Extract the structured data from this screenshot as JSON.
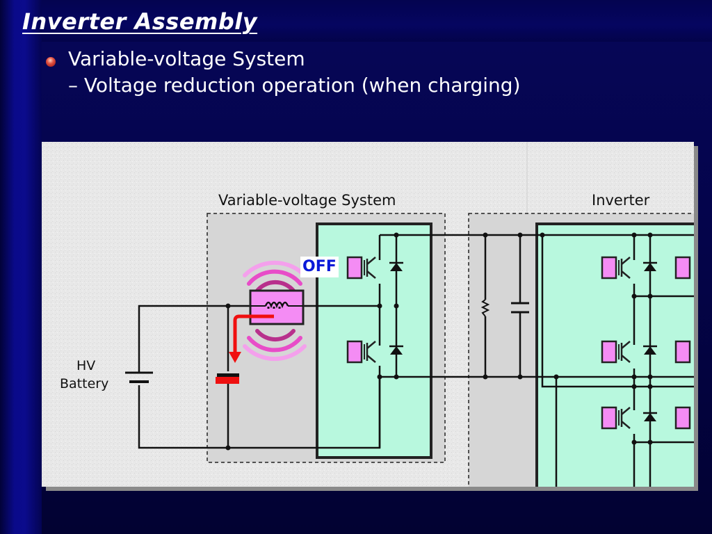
{
  "slide": {
    "title": "Inverter Assembly",
    "bullet": {
      "text": "Variable-voltage System",
      "subtext": "– Voltage reduction operation (when charging)"
    }
  },
  "diagram": {
    "labels": {
      "variable_voltage_system": "Variable-voltage System",
      "inverter": "Inverter",
      "hv_battery_line1": "HV",
      "hv_battery_line2": "Battery",
      "switch_state": "OFF"
    },
    "colors": {
      "module_fill": "#b8f8de",
      "igbt_gate_fill": "#f48cf4",
      "reactor_fill": "#f48cf4",
      "current_flow": "#f01010",
      "off_text": "#0a1ad8",
      "field_waves": [
        "#f4a0ec",
        "#e84cc8",
        "#b8308c"
      ]
    },
    "components": [
      "hv-battery",
      "reactor",
      "filter-capacitor",
      "boost-converter-igbts",
      "smoothing-resistor",
      "smoothing-capacitor",
      "inverter-igbts"
    ]
  }
}
